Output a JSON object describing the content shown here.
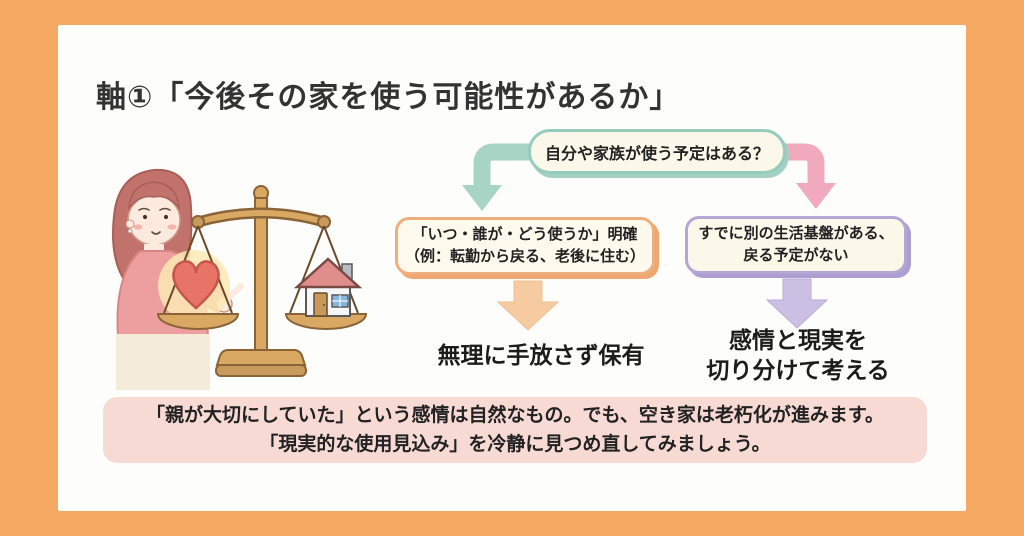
{
  "page": {
    "title": "軸①「今後その家を使う可能性があるか」"
  },
  "flowchart": {
    "question": "自分や家族が使う予定はある？",
    "left_branch": {
      "condition_line1": "「いつ・誰が・どう使うか」明確",
      "condition_line2": "（例：転勤から戻る、老後に住む）",
      "outcome": "無理に手放さず保有"
    },
    "right_branch": {
      "condition_line1": "すでに別の生活基盤がある、",
      "condition_line2": "戻る予定がない",
      "outcome_line1": "感情と現実を",
      "outcome_line2": "切り分けて考える"
    }
  },
  "note": {
    "line1": "「親が大切にしていた」という感情は自然なもの。でも、空き家は老朽化が進みます。",
    "line2": "「現実的な使用見込み」を冷静に見つめ直してみましょう。"
  },
  "illustration": {
    "label": "woman-weighing-heart-vs-house-on-balance-scale",
    "icons": [
      "woman-figure",
      "balance-scale-icon",
      "heart-icon",
      "house-icon"
    ]
  },
  "colors": {
    "frame_orange": "#f6a963",
    "card_white": "#fdfdfb",
    "question_border_teal": "#96ccbe",
    "teal_arrow": "#a8d4c6",
    "pink_arrow": "#f1a9bd",
    "left_box_border_orange": "#efaf7d",
    "left_block_arrow_peach": "#f6cba1",
    "right_box_border_purple": "#b5a7d5",
    "right_block_arrow_lavender": "#cbbfe3",
    "note_bg_pink": "#f8dad5",
    "heart_red": "#e87468",
    "scale_tan": "#d9a963"
  }
}
